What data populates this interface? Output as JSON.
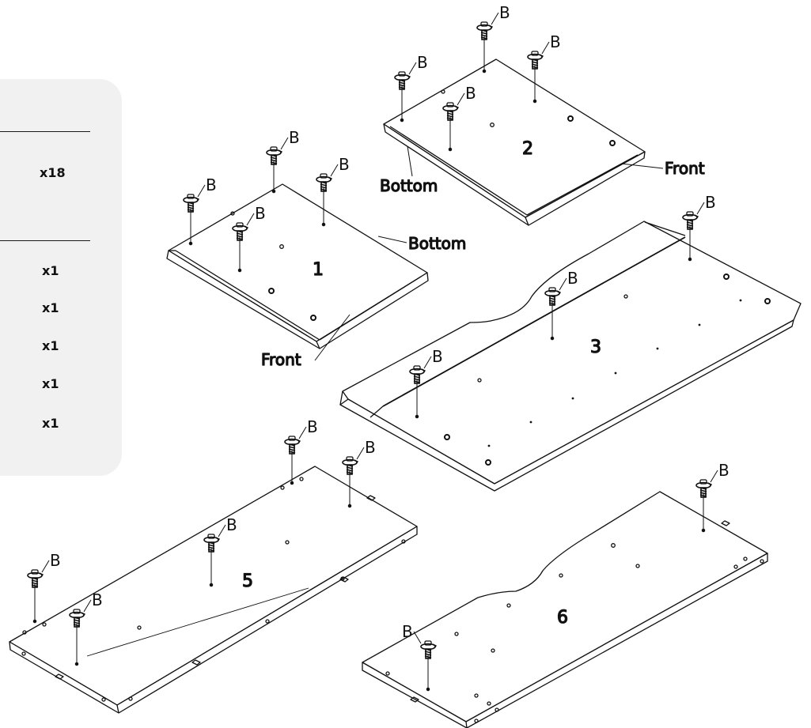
{
  "parts_list": {
    "quantities": [
      "x18",
      "x1",
      "x1",
      "x1",
      "x1",
      "x1"
    ]
  },
  "screw_label": "B",
  "panels": {
    "p1": {
      "number": "1",
      "labels": [
        "Bottom",
        "Front"
      ]
    },
    "p2": {
      "number": "2",
      "labels": [
        "Bottom",
        "Front"
      ]
    },
    "p3": {
      "number": "3"
    },
    "p5": {
      "number": "5"
    },
    "p6": {
      "number": "6"
    }
  },
  "colors": {
    "line": "#111111",
    "panel_bg": "#f1f1f1"
  }
}
